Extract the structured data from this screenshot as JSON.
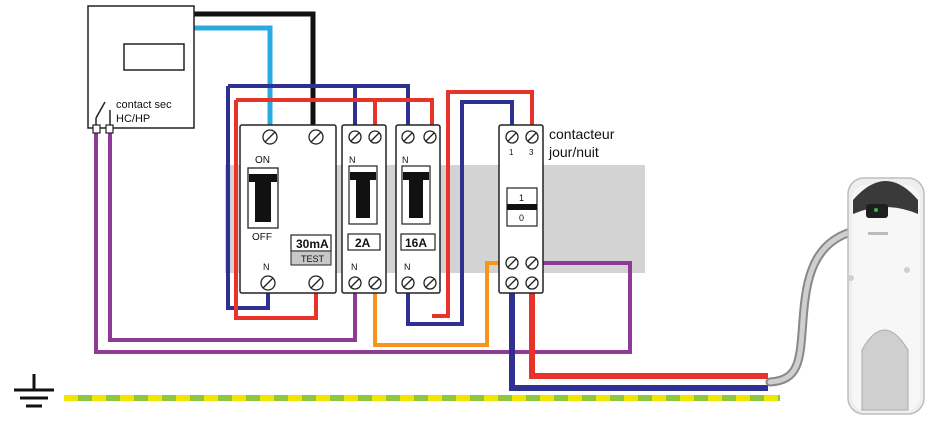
{
  "meter": {
    "contact_label": "contact sec",
    "hchp_label": "HC/HP"
  },
  "breakers": {
    "differential": {
      "on_label": "ON",
      "off_label": "OFF",
      "rating": "30mA",
      "test_label": "TEST",
      "neutral_label": "N"
    },
    "breaker_2a": {
      "rating": "2A",
      "neutral_top": "N",
      "neutral_bottom": "N"
    },
    "breaker_16a": {
      "rating": "16A",
      "neutral_top": "N",
      "neutral_bottom": "N"
    }
  },
  "contactor": {
    "title_line1": "contacteur",
    "title_line2": "jour/nuit",
    "terminal_1": "1",
    "terminal_3": "3",
    "switch_on": "1",
    "switch_off": "0"
  },
  "colors": {
    "phase_red": "#e8332b",
    "neutral_blue": "#2e3192",
    "light_blue": "#29abe2",
    "black": "#111111",
    "purple": "#8e3a96",
    "orange": "#f7941d",
    "earth_green": "#8dc63f",
    "earth_yellow": "#f2e600",
    "din_rail_gray": "#d0d0d0"
  },
  "icons": [
    "ground-icon",
    "screw-terminal-icon",
    "water-heater-icon"
  ]
}
